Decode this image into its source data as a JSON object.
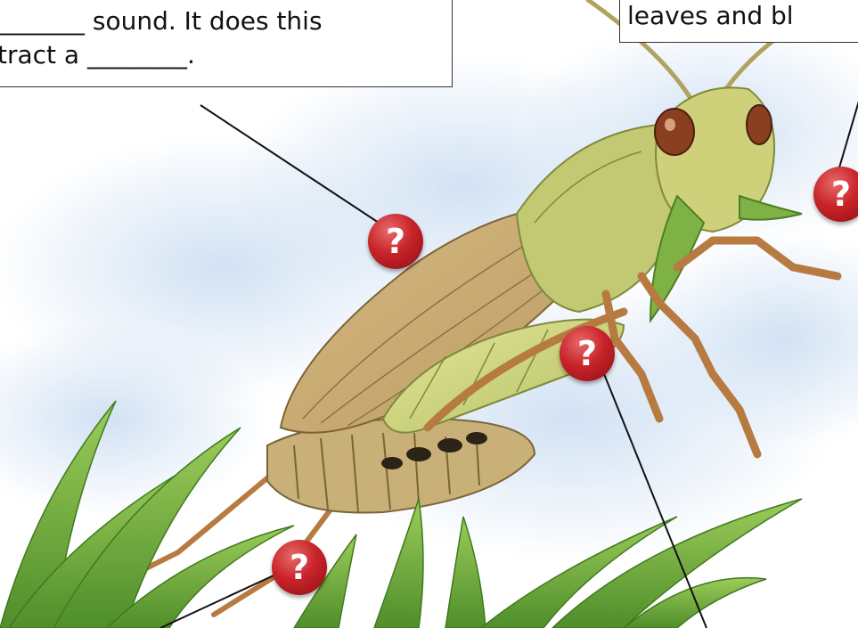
{
  "callouts": {
    "top_left": {
      "line1": "_______ sound. It does this",
      "line2": "tract a ________."
    },
    "top_right": {
      "text": "leaves and bl"
    }
  },
  "markers": {
    "symbol": "?",
    "color": "#c8242a",
    "icon": "question-mark-icon"
  },
  "colors": {
    "sky": "#dce9f6",
    "grass": "#6fae3a",
    "grasshopper_body": "#b9c46a",
    "wing": "#c9a870"
  }
}
